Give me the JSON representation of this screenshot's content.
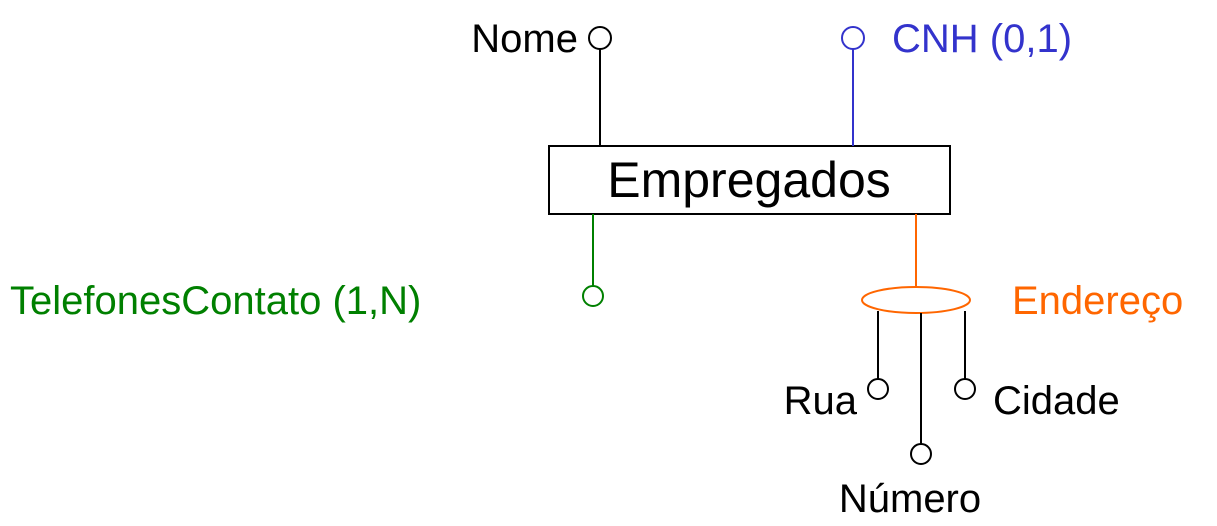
{
  "entity": {
    "name": "Empregados"
  },
  "attributes": {
    "nome": {
      "label": "Nome"
    },
    "cnh": {
      "label": "CNH (0,1)"
    },
    "telefones": {
      "label": "TelefonesContato (1,N)"
    },
    "endereco": {
      "label": "Endereço",
      "subattributes": {
        "rua": {
          "label": "Rua"
        },
        "numero": {
          "label": "Número"
        },
        "cidade": {
          "label": "Cidade"
        }
      }
    }
  },
  "colors": {
    "default": "#000000",
    "cnh": "#3333cc",
    "telefones": "#008000",
    "endereco": "#ff6600"
  }
}
